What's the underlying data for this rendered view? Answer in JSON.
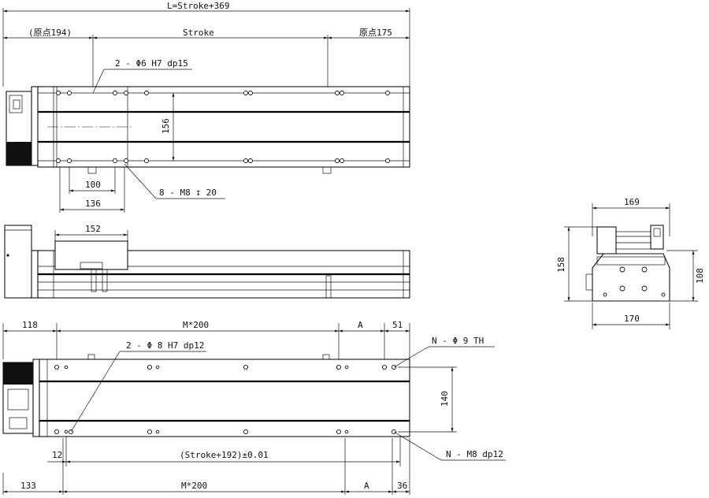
{
  "dims": {
    "overall_length": "L=Stroke+369",
    "origin_left": "(原点194)",
    "stroke": "Stroke",
    "origin_right": "原点175",
    "pin_holes_top": "2 - Φ6 H7 dp15",
    "height_156": "156",
    "dim_100": "100",
    "dim_136": "136",
    "screw_top": "8 - M8 ↧ 20",
    "dim_152": "152",
    "dim_118": "118",
    "pitch_top": "M*200",
    "dim_a_top": "A",
    "dim_51": "51",
    "pin_holes_bottom": "2 - Φ 8 H7 dp12",
    "through_holes": "N - Φ 9 TH",
    "height_140": "140",
    "dim_12": "12",
    "tolerance": "(Stroke+192)±0.01",
    "screw_bottom": "N - M8  dp12",
    "dim_133": "133",
    "pitch_bottom": "M*200",
    "dim_a_bottom": "A",
    "dim_36": "36",
    "end_width_169": "169",
    "end_height_158": "158",
    "end_height_108": "108",
    "end_width_170": "170"
  }
}
